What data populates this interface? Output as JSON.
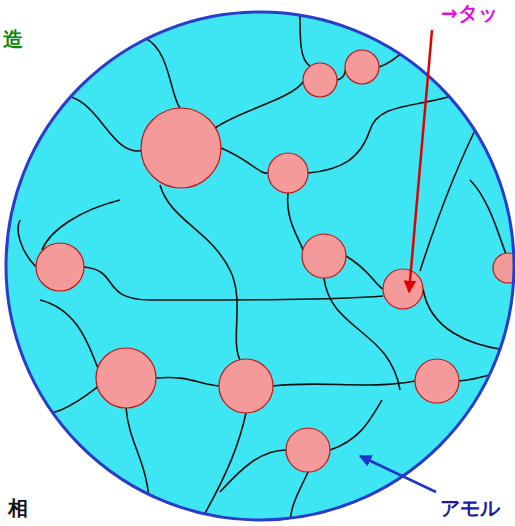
{
  "diagram": {
    "labels": [
      "造",
      "→タッ",
      "相",
      "アモル"
    ]
  }
}
